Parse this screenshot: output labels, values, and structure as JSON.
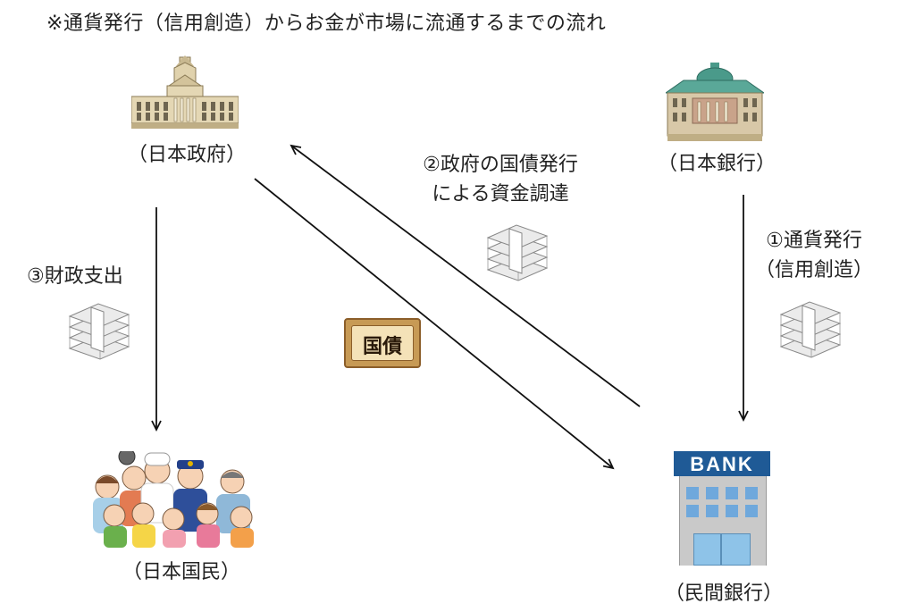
{
  "title": "※通貨発行（信用創造）からお金が市場に流通するまでの流れ",
  "nodes": {
    "government": "（日本政府）",
    "boj": "（日本銀行）",
    "citizens": "（日本国民）",
    "private_bank": "（民間銀行）"
  },
  "steps": {
    "step1": [
      "①通貨発行",
      "（信用創造）"
    ],
    "step2": [
      "②政府の国債発行",
      "による資金調達"
    ],
    "step3": [
      "③財政支出"
    ]
  },
  "bank_sign": "BANK",
  "bond_label": "国債",
  "colors": {
    "arrow": "#111111",
    "bank_blue": "#1f5a96",
    "boj_roof": "#4a9a8a",
    "building_stone": "#d9c9a3",
    "money": "#e6e6e6",
    "bond_bg": "#c79a55"
  }
}
